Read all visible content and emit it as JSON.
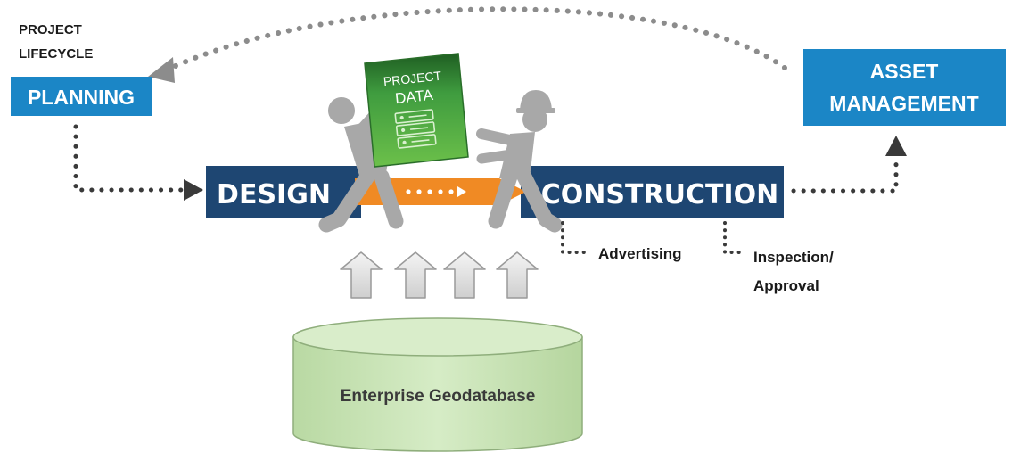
{
  "header": {
    "lifecycle_line1": "PROJECT",
    "lifecycle_line2": "LIFECYCLE"
  },
  "stages": {
    "planning": "PLANNING",
    "design": "DESIGN",
    "construction": "CONSTRUCTION",
    "asset_line1": "ASSET",
    "asset_line2": "MANAGEMENT"
  },
  "project_data": {
    "line1": "PROJECT",
    "line2": "DATA"
  },
  "notes": {
    "advertising": "Advertising",
    "inspection_line1": "Inspection/",
    "inspection_line2": "Approval"
  },
  "database": {
    "label": "Enterprise Geodatabase"
  },
  "colors": {
    "box_blue": "#1b86c6",
    "bar_navy": "#1e4672",
    "orange": "#f08a24",
    "figure_gray": "#a6a6a6",
    "data_green": "#3c9a3f",
    "db_green": "#c7e2b4",
    "dots": "#3a3a3a"
  }
}
